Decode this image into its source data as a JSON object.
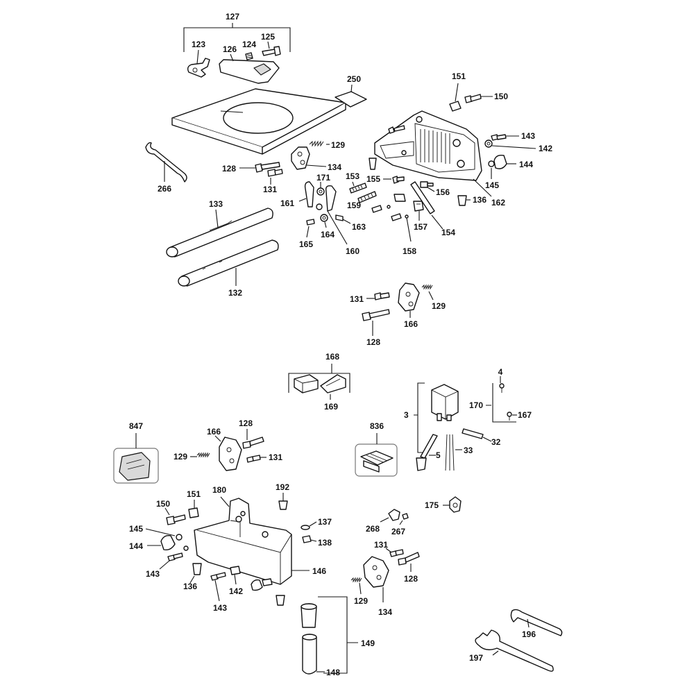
{
  "labels": {
    "l127": "127",
    "l123": "123",
    "l126": "126",
    "l124": "124",
    "l125": "125",
    "l250": "250",
    "l151a": "151",
    "l150a": "150",
    "l143a": "143",
    "l142a": "142",
    "l144a": "144",
    "l145a": "145",
    "l162": "162",
    "l136a": "136",
    "l154": "154",
    "l156": "156",
    "l157": "157",
    "l158": "158",
    "l155": "155",
    "l153": "153",
    "l159": "159",
    "l129a": "129",
    "l128a": "128",
    "l131a": "131",
    "l134a": "134",
    "l266": "266",
    "l171": "171",
    "l161": "161",
    "l163": "163",
    "l164": "164",
    "l165": "165",
    "l160": "160",
    "l133": "133",
    "l132": "132",
    "l131b": "131",
    "l129b": "129",
    "l166a": "166",
    "l128b": "128",
    "l168": "168",
    "l169": "169",
    "l4": "4",
    "l170": "170",
    "l167": "167",
    "l3": "3",
    "l32": "32",
    "l33": "33",
    "l5": "5",
    "l836": "836",
    "l847": "847",
    "l166b": "166",
    "l128c": "128",
    "l129c": "129",
    "l131c": "131",
    "l192": "192",
    "l180": "180",
    "l151b": "151",
    "l150b": "150",
    "l145b": "145",
    "l144b": "144",
    "l143b": "143",
    "l136b": "136",
    "l143c": "143",
    "l142b": "142",
    "l137": "137",
    "l138": "138",
    "l146": "146",
    "l175": "175",
    "l268": "268",
    "l267": "267",
    "l131d": "131",
    "l128d": "128",
    "l129d": "129",
    "l134b": "134",
    "l149": "149",
    "l148": "148",
    "l196": "196",
    "l197": "197"
  }
}
